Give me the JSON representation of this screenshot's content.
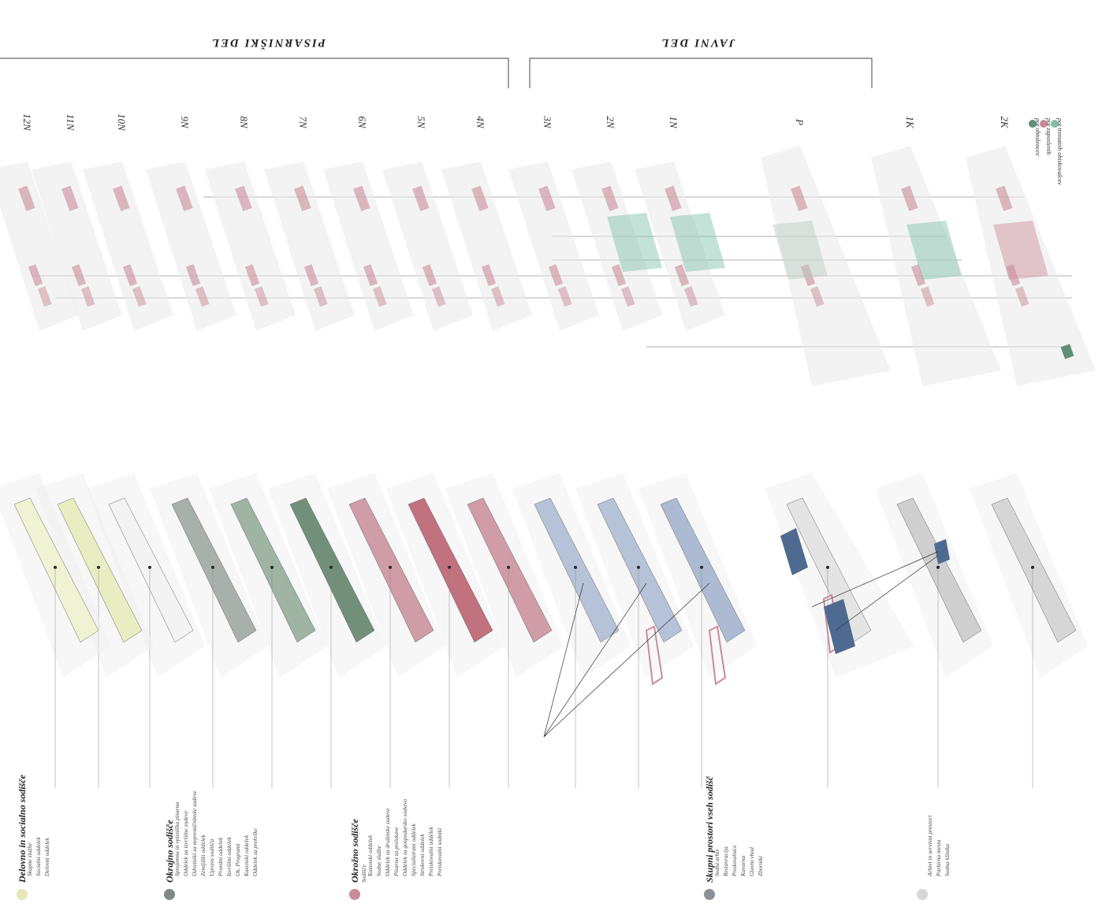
{
  "sections": {
    "office": "PISARNIŠKI DEL",
    "public": "JAVNI DEL"
  },
  "levels": [
    "2K",
    "1K",
    "P",
    "1N",
    "2N",
    "3N",
    "4N",
    "5N",
    "6N",
    "7N",
    "8N",
    "9N",
    "10N",
    "11N",
    "12N"
  ],
  "circulation_legend": [
    {
      "label": "pot trenutnih obiskovalcev",
      "color": "#7fbfa8"
    },
    {
      "label": "pot zaposlenih",
      "color": "#c98c99"
    },
    {
      "label": "pot obtožencev",
      "color": "#5f8f7a"
    }
  ],
  "groups": [
    {
      "title": "Delovno in socialno sodišče",
      "color": "#e6e6b8",
      "items": [
        "Skupne službe",
        "Socialni oddelek",
        "Delovni oddelek"
      ]
    },
    {
      "title": "Okrajno sodišče",
      "color": "#7f8a84",
      "items": [
        "Sprejemna in vpisniška pisarna",
        "Oddelek za izvršilne zadeve",
        "Odvetniki za nepremičninske zadeve",
        "Zemljiški oddelek",
        "Uprava sodišča",
        "Pravdni oddelek",
        "Izvršilni oddelek",
        "Ok. Programi",
        "Kazenski oddelek",
        "Oddelek za prekrške"
      ]
    },
    {
      "title": "Okrožno sodišče",
      "subtitle": "Sodišče",
      "color": "#c98c99",
      "items": [
        "Kazenski oddelek",
        "Sodne službe",
        "Oddelek za družinske zadeve",
        "Pisarna za preiskave",
        "Oddelek za gospodarsko sodstvo",
        "Specializirani oddelek",
        "Strokovni oddelek",
        "Preiskovalni oddelek",
        "Preiskovalni sodniki"
      ]
    },
    {
      "title": "Skupni prostori vseh sodišč",
      "color": "#8a8f99",
      "items": [
        "Sodni arhiv",
        "Restavracija",
        "Predavalnice",
        "Kavarna",
        "Glavni vhod",
        "Zborniki"
      ]
    },
    {
      "title": "",
      "color": "#d6d6d6",
      "items": [
        "Arhivi in servisni prostori",
        "Parkirna mesta",
        "Sodna klinika"
      ]
    }
  ],
  "colors": {
    "office_upper": "#c98c99",
    "office_lower": "#c98c99",
    "green": "#4f7a5c",
    "blue": "#8fa3c2",
    "yellow": "#e6e6b8",
    "pink": "#c98c99",
    "grey": "#b5b5b5"
  }
}
